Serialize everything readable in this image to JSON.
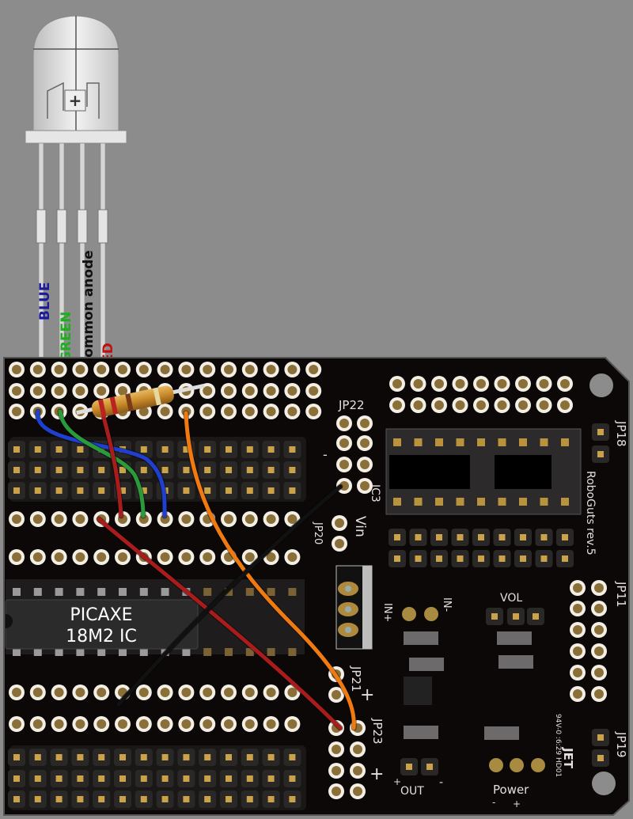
{
  "led": {
    "labels": {
      "blue": "BLUE",
      "green": "GREEN",
      "common": "common anode",
      "red": "RED"
    },
    "polarity_mark": "+"
  },
  "chip": {
    "line1": "PICAXE",
    "line2": "18M2 IC"
  },
  "board": {
    "jp22": "JP22",
    "jp18": "JP18",
    "jp20": "JP20",
    "jp11": "JP11",
    "jp21": "JP21",
    "jp23": "JP23",
    "jp19": "JP19",
    "ic3": "IC3",
    "vin": "Vin",
    "name": "RoboGuts rev.5",
    "in_plus": "IN+",
    "in_minus": "IN-",
    "vol": "VOL",
    "out": "OUT",
    "out_plus": "+",
    "out_minus": "-",
    "power": "Power",
    "power_minus": "-",
    "power_plus": "+",
    "jp21_plus": "+",
    "jp23_plus": "+",
    "jp22_minus": "-",
    "cert": "94V-0 :6:29 HD01",
    "brand": "JET"
  },
  "colors": {
    "wire_blue": "#1f3fcf",
    "wire_green": "#2a9a3a",
    "wire_red": "#a81c1c",
    "wire_orange": "#f07a10",
    "wire_black": "#111111",
    "label_blue": "#1a1a9a",
    "label_green": "#1fae1f",
    "label_red": "#c01010"
  }
}
